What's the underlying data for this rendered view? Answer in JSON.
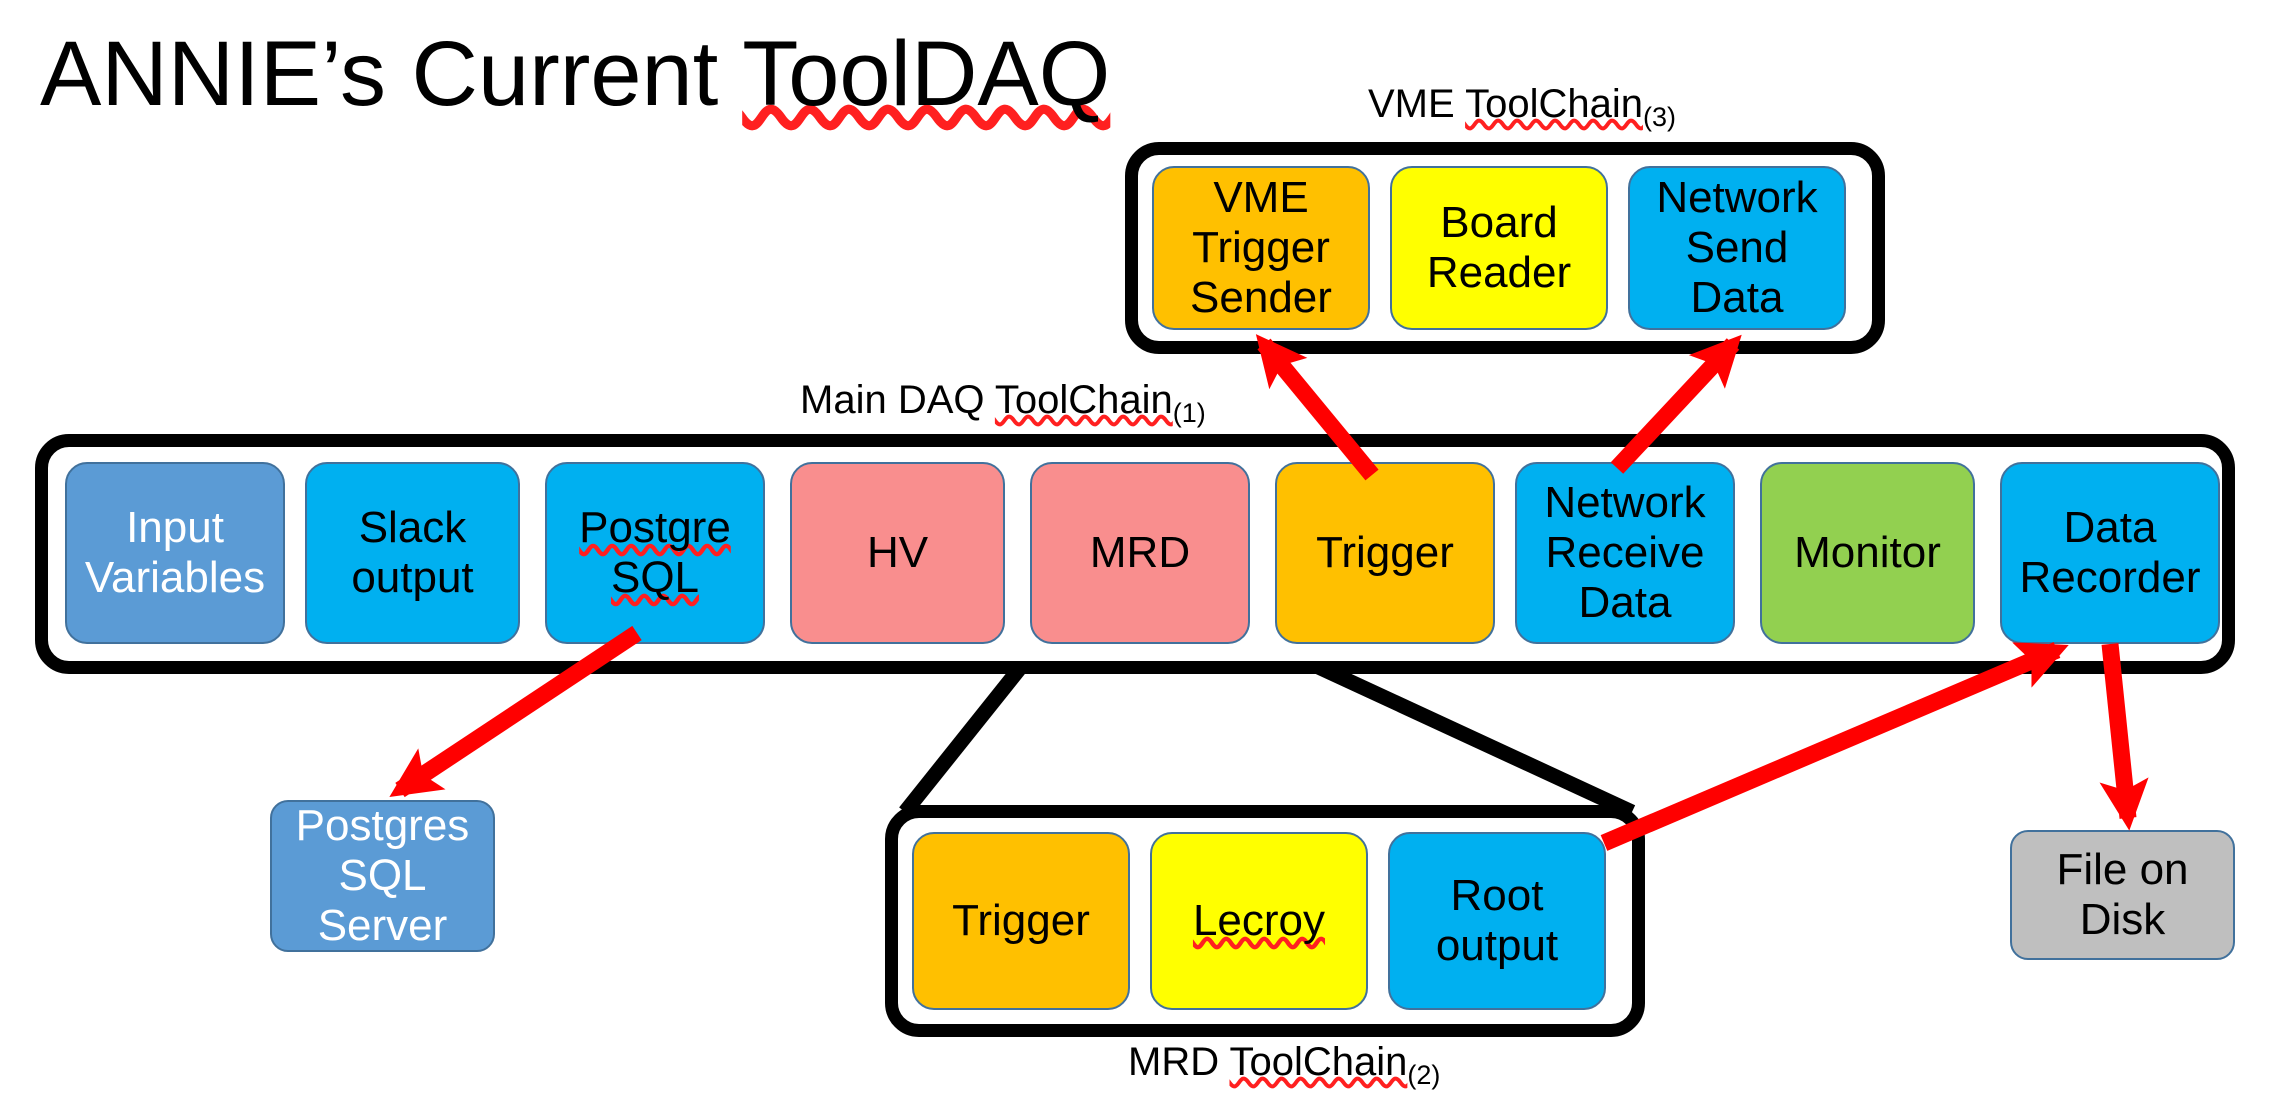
{
  "title": {
    "plain": "ANNIE’s Current ",
    "misspelled": "ToolDAQ"
  },
  "colors": {
    "orange": "#FFC000",
    "yellow": "#FFFF00",
    "blue": "#00B0F0",
    "muted_blue": "#5B9BD5",
    "salmon": "#F98E8E",
    "green": "#92D050",
    "gray": "#BFBFBF",
    "arrow_red": "#FF0000",
    "outline_black": "#000000",
    "box_border": "#41719C"
  },
  "chains": {
    "vme": {
      "label_prefix": "VME ",
      "label_misspelled": "ToolChain",
      "label_index": "(3)",
      "tools": [
        {
          "name": "vme-trigger-sender",
          "label": "VME\nTrigger\nSender",
          "color": "orange"
        },
        {
          "name": "board-reader",
          "label": "Board\nReader",
          "color": "yellow"
        },
        {
          "name": "network-send-data",
          "label": "Network\nSend\nData",
          "color": "blue"
        }
      ]
    },
    "main": {
      "label_prefix": "Main DAQ ",
      "label_misspelled": "ToolChain",
      "label_index": "(1)",
      "tools": [
        {
          "name": "input-variables",
          "label": "Input\nVariables",
          "color": "muted_blue"
        },
        {
          "name": "slack-output",
          "label": "Slack\noutput",
          "color": "blue"
        },
        {
          "name": "postgre-sql",
          "label": "Postgre\nSQL",
          "color": "blue",
          "spell": true
        },
        {
          "name": "hv",
          "label": "HV",
          "color": "salmon"
        },
        {
          "name": "mrd",
          "label": "MRD",
          "color": "salmon"
        },
        {
          "name": "trigger",
          "label": "Trigger",
          "color": "orange"
        },
        {
          "name": "network-receive-data",
          "label": "Network\nReceive\nData",
          "color": "blue"
        },
        {
          "name": "monitor",
          "label": "Monitor",
          "color": "green"
        },
        {
          "name": "data-recorder",
          "label": "Data\nRecorder",
          "color": "blue"
        }
      ]
    },
    "mrd": {
      "label_prefix": "MRD ",
      "label_misspelled": "ToolChain",
      "label_index": "(2)",
      "tools": [
        {
          "name": "mrd-trigger",
          "label": "Trigger",
          "color": "orange"
        },
        {
          "name": "lecroy",
          "label": "Lecroy",
          "color": "yellow",
          "spell": true
        },
        {
          "name": "root-output",
          "label": "Root\noutput",
          "color": "blue"
        }
      ]
    }
  },
  "external_nodes": [
    {
      "name": "postgres-sql-server",
      "label": "Postgres\nSQL\nServer",
      "color": "muted_blue"
    },
    {
      "name": "file-on-disk",
      "label": "File on\nDisk",
      "color": "gray"
    }
  ],
  "connections": [
    {
      "name": "arrow-trigger-to-vme-trigger-sender",
      "from": "trigger",
      "to": "vme-trigger-sender",
      "style": "red-arrow"
    },
    {
      "name": "arrow-network-receive-to-network-send",
      "from": "network-receive-data",
      "to": "network-send-data",
      "style": "red-arrow"
    },
    {
      "name": "arrow-postgre-sql-to-postgres-server",
      "from": "postgre-sql",
      "to": "postgres-sql-server",
      "style": "red-arrow"
    },
    {
      "name": "arrow-root-output-to-data-recorder",
      "from": "root-output",
      "to": "data-recorder",
      "style": "red-arrow"
    },
    {
      "name": "arrow-data-recorder-to-file-on-disk",
      "from": "data-recorder",
      "to": "file-on-disk",
      "style": "red-arrow"
    },
    {
      "name": "connector-mrd-to-mrd-toolchain-left",
      "from": "mrd",
      "to": "mrd-toolchain",
      "style": "black-line"
    },
    {
      "name": "connector-mrd-to-mrd-toolchain-right",
      "from": "mrd",
      "to": "mrd-toolchain",
      "style": "black-line"
    }
  ]
}
